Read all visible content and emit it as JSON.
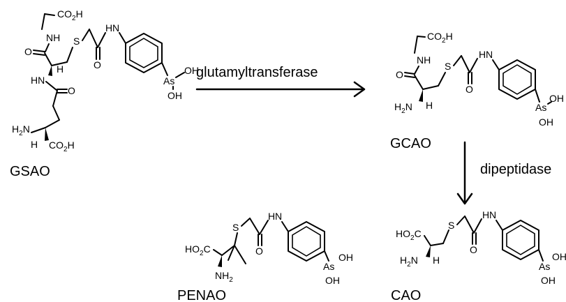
{
  "molecules": {
    "gsao": {
      "name": "GSAO",
      "atoms": {
        "co2h_top": "CO",
        "co2h_top_sub": "2",
        "co2h_top_h": "H",
        "nh1": "NH",
        "o1": "O",
        "s": "S",
        "o2": "O",
        "nh2": "H",
        "n2": "N",
        "as": "As",
        "oh1": "OH",
        "oh2": "OH",
        "h_alpha": "H",
        "hn": "HN",
        "o3": "O",
        "h2n": "H",
        "h2n_sub": "2",
        "h2n_n": "N",
        "h_bottom": "H",
        "co2h_bottom": "CO",
        "co2h_bottom_sub": "2",
        "co2h_bottom_h": "H"
      }
    },
    "gcao": {
      "name": "GCAO",
      "atoms": {
        "co2h": "CO",
        "co2h_sub": "2",
        "co2h_h": "H",
        "nh": "NH",
        "o1": "O",
        "s": "S",
        "o2": "O",
        "h": "H",
        "n": "N",
        "as": "As",
        "oh1": "OH",
        "oh2": "OH",
        "h2n": "H",
        "h2n_sub": "2",
        "h2n_n": "N",
        "h_alpha": "H"
      }
    },
    "cao": {
      "name": "CAO",
      "atoms": {
        "ho2c": "HO",
        "ho2c_sub": "2",
        "ho2c_c": "C",
        "s": "S",
        "o": "O",
        "h": "H",
        "n": "N",
        "as": "As",
        "oh1": "OH",
        "oh2": "OH",
        "h2n": "H",
        "h2n_sub": "2",
        "h2n_n": "N",
        "h_alpha": "H"
      }
    },
    "penao": {
      "name": "PENAO",
      "atoms": {
        "ho2c": "HO",
        "ho2c_sub": "2",
        "ho2c_c": "C",
        "s": "S",
        "o": "O",
        "h": "H",
        "n": "N",
        "as": "As",
        "oh1": "OH",
        "oh2": "OH",
        "nh2": "NH",
        "nh2_sub": "2"
      }
    }
  },
  "reactions": {
    "step1": {
      "enzyme": "glutamyltransferase",
      "direction": "right"
    },
    "step2": {
      "enzyme": "dipeptidase",
      "direction": "down"
    }
  }
}
